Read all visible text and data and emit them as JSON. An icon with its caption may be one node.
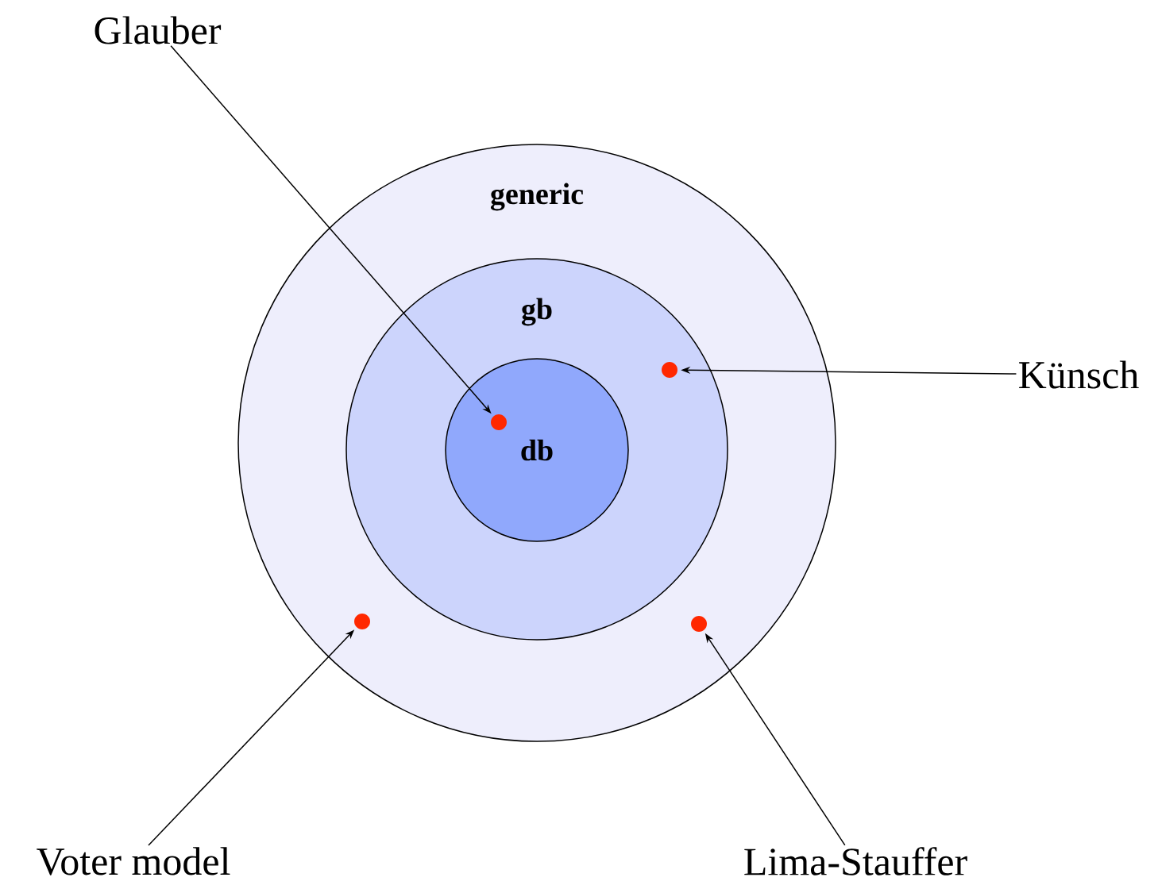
{
  "diagram": {
    "nodes": [
      {
        "text": [
          "Glauber"
        ]
      },
      {
        "text": [
          "generic"
        ]
      },
      {
        "text": [
          "gb"
        ],
        "in": 1
      },
      {
        "text": [
          "db"
        ],
        "in": 2
      },
      {
        "text": [],
        "shape": "circle",
        "in": 3
      },
      {
        "text": [],
        "shape": "circle",
        "in": 2
      },
      {
        "text": [
          "Künsch"
        ]
      },
      {
        "text": [],
        "shape": "circle",
        "in": 1
      },
      {
        "text": [],
        "shape": "circle",
        "in": 1
      },
      {
        "text": [
          "Voter model"
        ]
      },
      {
        "text": [
          "Lima-Stauffer"
        ]
      }
    ],
    "edges": [
      {
        "from": 0,
        "to": 4,
        "arrow": "to"
      },
      {
        "from": 6,
        "to": 5,
        "arrow": "to"
      },
      {
        "from": 9,
        "to": 7,
        "arrow": "to"
      },
      {
        "from": 10,
        "to": 8,
        "arrow": "to"
      }
    ]
  }
}
